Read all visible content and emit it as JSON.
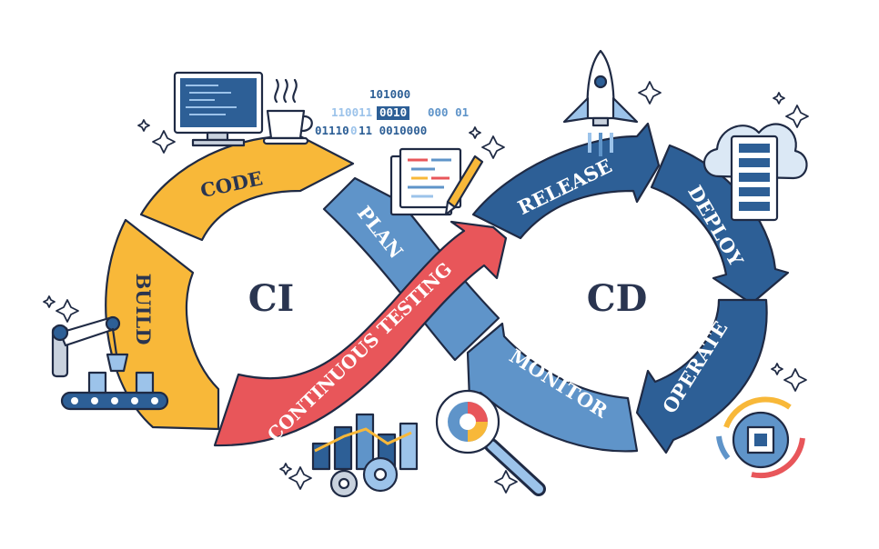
{
  "diagram": {
    "centers": {
      "ci": "CI",
      "cd": "CD"
    },
    "segments": {
      "code": "CODE",
      "build": "BUILD",
      "plan": "PLAN",
      "continuous_testing": "CONTINUOUS TESTING",
      "release": "RELEASE",
      "deploy": "DEPLOY",
      "operate": "OPERATE",
      "monitor": "MONITOR"
    },
    "binary": {
      "line1": "101000",
      "line2a": "110011",
      "line2b": "0010",
      "line2c": "000 01",
      "line3a": "01110",
      "line3b": "0",
      "line3c": "11 0010000"
    },
    "icons": [
      "desktop-computer-icon",
      "coffee-cup-icon",
      "code-document-icon",
      "pencil-icon",
      "rocket-icon",
      "server-cloud-icon",
      "robot-arm-conveyor-icon",
      "bar-chart-gears-icon",
      "magnifier-pie-chart-icon",
      "cpu-gear-cycle-icon",
      "sparkle-icon"
    ]
  },
  "colors": {
    "yellow": "#f8b839",
    "red": "#e8565a",
    "dark_blue": "#2d5f96",
    "light_blue": "#5f94c9",
    "navy": "#1f2a44"
  }
}
